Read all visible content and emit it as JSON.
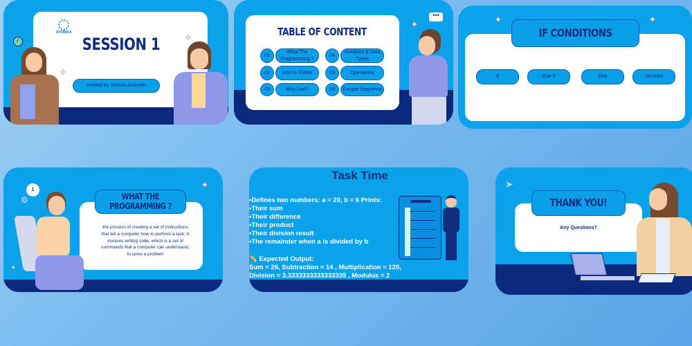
{
  "slides": {
    "session": {
      "logo_text": "ATOMIKA",
      "title": "SESSION 1",
      "author": "created by Yasmin Aslaman"
    },
    "toc": {
      "title": "TABLE OF CONTENT",
      "items": [
        {
          "num": "01",
          "label": "What The Programming ?"
        },
        {
          "num": "02",
          "label": "Intro to Flutter"
        },
        {
          "num": "03",
          "label": "Why Dart?"
        },
        {
          "num": "04",
          "label": "Variables & Data Types"
        },
        {
          "num": "05",
          "label": "Operations"
        },
        {
          "num": "06",
          "label": "Escape Sequence"
        }
      ]
    },
    "if_conditions": {
      "title": "IF CONDITIONS",
      "buttons": [
        "If",
        "Else If",
        "Else",
        "Neosted"
      ]
    },
    "what_programming": {
      "badge": "1",
      "title": "WHAT THE PROGRAMMING ?",
      "body": "the process of creating a set of instructions that tell a computer how to perform a task. It involves writing code, which is a set of commands that a computer can understand, to solve a problem"
    },
    "task": {
      "title": "Task Time",
      "lines": [
        "•Defines two numbers: a = 20, b = 6 Prints:",
        "•Their sum",
        "•Their difference",
        "•Their product",
        "•Their division result",
        "•The remainder when a is divided by b"
      ],
      "output_label": "✏️ Expected Output:",
      "output_lines": [
        "Sum = 26, Subtraction = 14 , Multiplication = 120,",
        "Division = 3.3333333333333335 , Modulus = 2"
      ]
    },
    "thanks": {
      "title": "THANK YOU!",
      "subtitle": "Any Questions?"
    }
  },
  "colors": {
    "slide_blue": "#0aa2ea",
    "navy": "#0b2a7c",
    "title_navy": "#102d82"
  }
}
